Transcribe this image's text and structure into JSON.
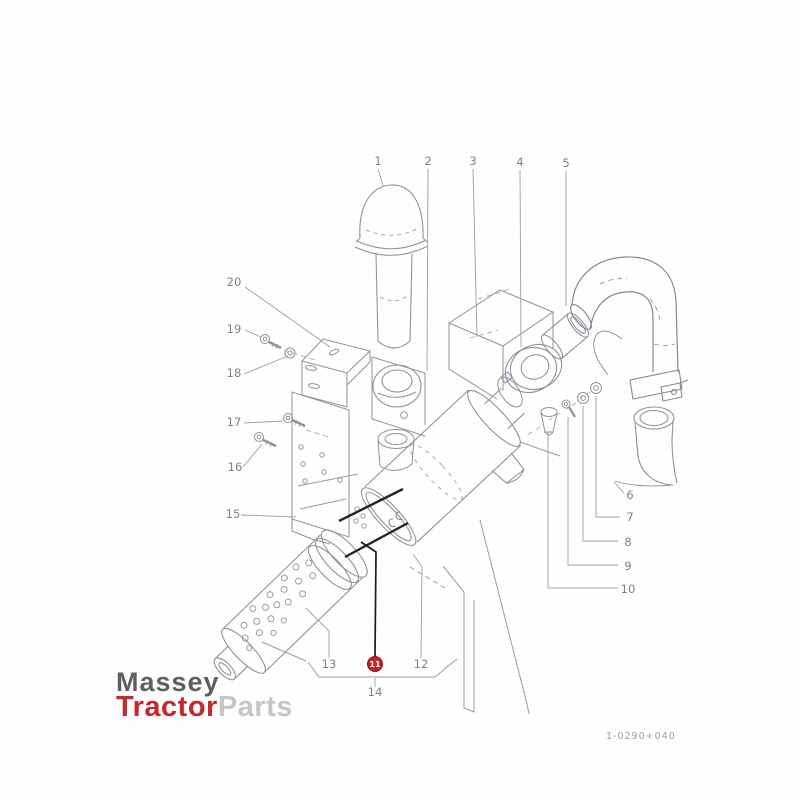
{
  "diagram": {
    "type": "exploded-parts-diagram",
    "callouts": [
      "1",
      "2",
      "3",
      "4",
      "5",
      "6",
      "7",
      "8",
      "9",
      "10",
      "11",
      "12",
      "13",
      "14",
      "15",
      "16",
      "17",
      "18",
      "19",
      "20"
    ],
    "highlighted_callout": "11",
    "reference_code": "1-0290+040",
    "watermark": {
      "word1": "Massey",
      "word2": "Tractor",
      "word3": "Parts"
    },
    "colors": {
      "highlight_red": "#c42127",
      "line_gray": "#8e939b",
      "label_gray": "#7d828b",
      "watermark_dark": "#4a4a4a",
      "watermark_red": "#c5282e",
      "watermark_light": "#c6c6c6"
    }
  }
}
